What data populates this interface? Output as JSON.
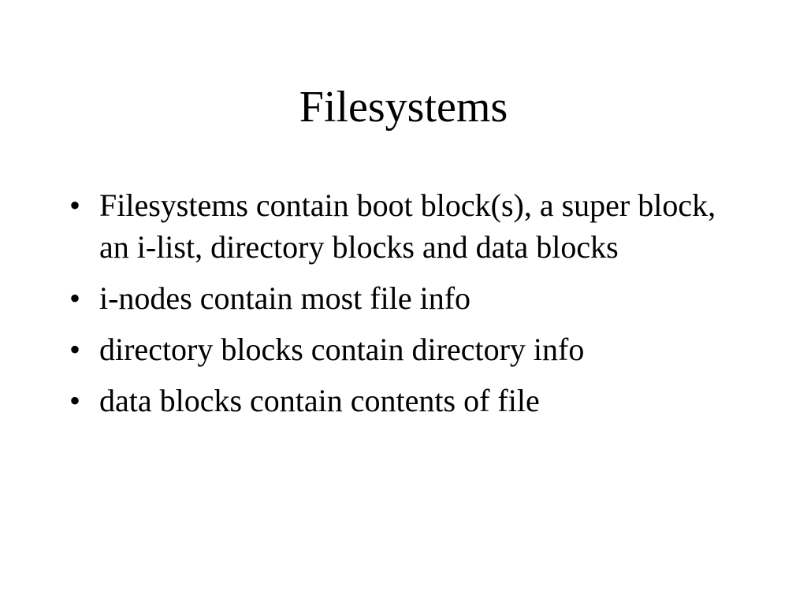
{
  "slide": {
    "title": "Filesystems",
    "bullet_glyph": "•",
    "bullets": [
      {
        "text": "Filesystems contain boot block(s), a super block, an i-list, directory blocks and data blocks"
      },
      {
        "text": "i-nodes contain most file info"
      },
      {
        "text": "directory blocks contain directory info"
      },
      {
        "text": "data blocks contain contents of file"
      }
    ]
  }
}
